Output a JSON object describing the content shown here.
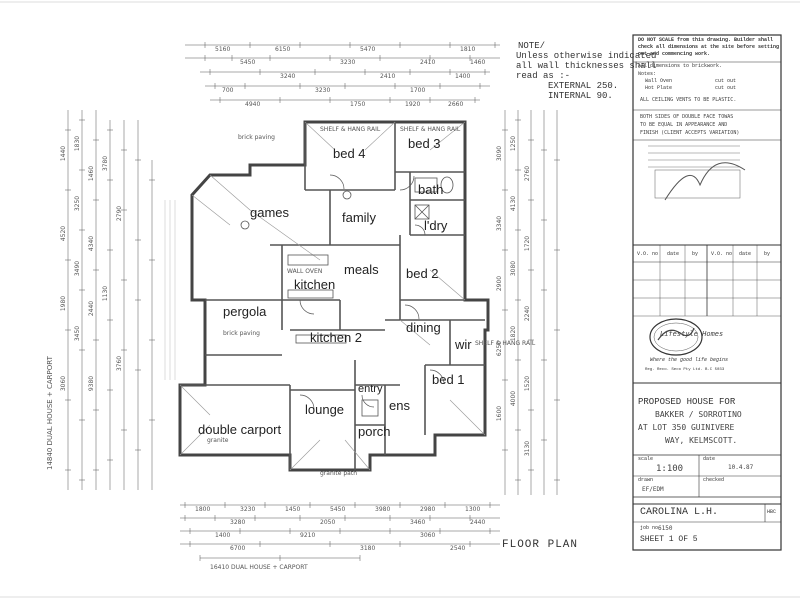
{
  "notes": {
    "heading": "NOTE/",
    "line1": "Unless otherwise indicated",
    "line2": "all wall thicknesses shall",
    "line3": "read as :-",
    "external": "EXTERNAL  250.",
    "internal": "INTERNAL   90."
  },
  "title_block": {
    "note_top1": "DO NOT SCALE from this drawing. Builder shall",
    "note_top2": "check all dimensions at the site before setting",
    "note_top3": "out and commencing work.",
    "note_top4": "All dimensions to brickwork.",
    "notes_label": "Notes:",
    "wall_oven": "Wall Oven",
    "hot_plate": "Hot Plate",
    "cut_out": "cut out",
    "ceiling_note": "ALL CEILING VENTS TO BE PLASTIC.",
    "face_note1": "BOTH SIDES OF DOUBLE FACE TOWAS",
    "face_note2": "TO BE EQUAL IN APPEARANCE AND",
    "face_note3": "FINISH (CLIENT ACCEPTS VARIATION)",
    "vo_headers": [
      "V.O. no",
      "date",
      "by",
      "V.O. no",
      "date",
      "by"
    ],
    "company_name": "Lifestyle Homes",
    "company_slogan": "Where the good life begins",
    "company_reg": "Reg. Reco. Seco Pty Ltd. B.C 5033",
    "proposed": "PROPOSED HOUSE FOR",
    "client": "BAKKER / SORROTINO",
    "lot": "AT LOT 350  GUINIVERE",
    "street": "WAY,  KELMSCOTT.",
    "scale_label": "scale",
    "scale_value": "1:100",
    "date_label": "date",
    "date_value": "10.4.87",
    "drawn_label": "drawn",
    "drawn_value": "EF/EDM",
    "checked_label": "checked",
    "design_name": "CAROLINA  L.H.",
    "design_code": "HBC",
    "job_label": "job no",
    "job_value": "6150",
    "sheet": "SHEET  1  OF  5"
  },
  "plan_title": "FLOOR PLAN",
  "rooms": {
    "bed4": "bed 4",
    "bed3": "bed 3",
    "bath": "bath",
    "games": "games",
    "family": "family",
    "ldry": "l'dry",
    "meals": "meals",
    "bed2": "bed 2",
    "kitchen": "kitchen",
    "pergola": "pergola",
    "kitchen2": "kitchen 2",
    "dining": "dining",
    "wir": "wir",
    "bed1": "bed 1",
    "lounge": "lounge",
    "ens": "ens",
    "porch": "porch",
    "double_carport": "double carport",
    "entry": "entry"
  },
  "annotations": {
    "brick_paving": "brick paving",
    "brick_paving2": "brick paving",
    "granite_path": "granite path",
    "graniter": "granite",
    "line_dual": "16410 DUAL HOUSE + CARPORT",
    "line_side": "14840 DUAL HOUSE + CARPORT",
    "shelf": "SHELF & HANG RAIL",
    "shelf2": "SHELF & HANG RAIL",
    "shelf3": "SHELF & HANG RAIL",
    "wall_oven": "WALL OVEN"
  },
  "dimensions": {
    "top": [
      "5160",
      "6150",
      "5470",
      "1810",
      "5450",
      "3230",
      "2410",
      "1460",
      "3240",
      "2410",
      "1400",
      "700",
      "3230",
      "1700",
      "4940",
      "1750",
      "1920",
      "2660"
    ],
    "bottom": [
      "1800",
      "3230",
      "1450",
      "5450",
      "3980",
      "2980",
      "1300",
      "3280",
      "2050",
      "3460",
      "2440",
      "1400",
      "9210",
      "3060",
      "6700",
      "3180",
      "2540"
    ],
    "left": [
      "1440",
      "4520",
      "1980",
      "3060",
      "1830",
      "3250",
      "3490",
      "3450",
      "1460",
      "4340",
      "2440",
      "9380",
      "3780",
      "1130",
      "2790",
      "3760"
    ],
    "right": [
      "3090",
      "3340",
      "2900",
      "6250",
      "1600",
      "1250",
      "4130",
      "3080",
      "1820",
      "4000",
      "2760",
      "1720",
      "2240",
      "1520",
      "3130"
    ]
  },
  "colors": {
    "ink": "#333333",
    "wall": "#444444",
    "paper": "#ffffff"
  }
}
